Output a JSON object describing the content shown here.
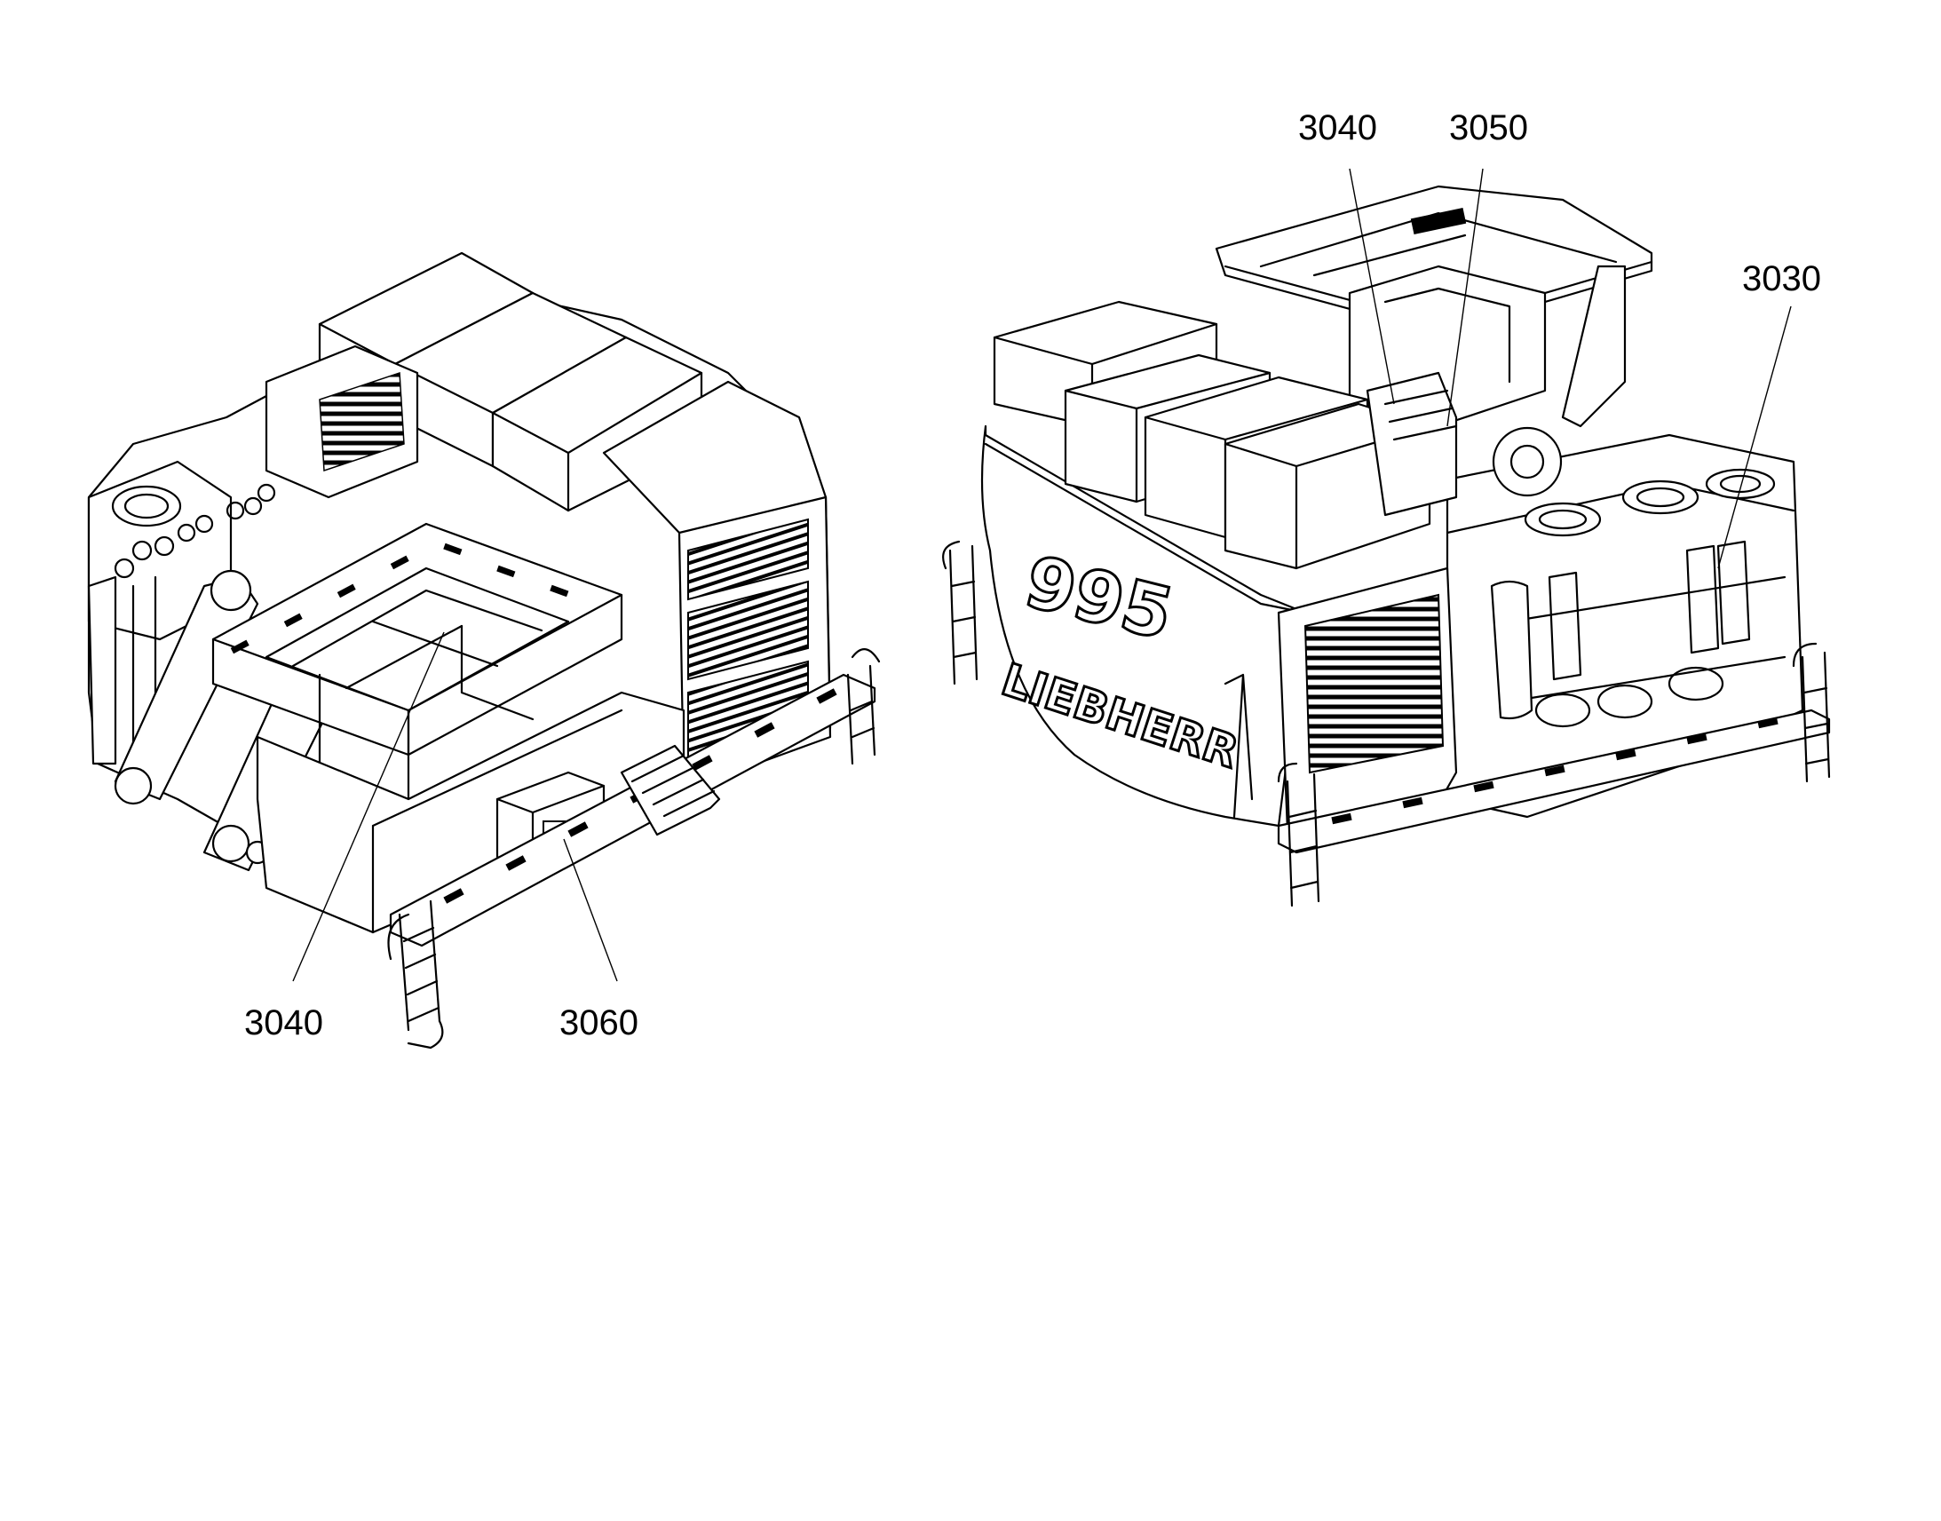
{
  "left_view": {
    "callouts": [
      {
        "id": "3040",
        "label": "3040"
      },
      {
        "id": "3060",
        "label": "3060"
      }
    ]
  },
  "right_view": {
    "callouts": [
      {
        "id": "3040",
        "label": "3040"
      },
      {
        "id": "3050",
        "label": "3050"
      },
      {
        "id": "3030",
        "label": "3030"
      }
    ],
    "model_number": "995",
    "brand_text": "LIEBHERR"
  },
  "colors": {
    "line": "#000000",
    "background": "#ffffff"
  }
}
